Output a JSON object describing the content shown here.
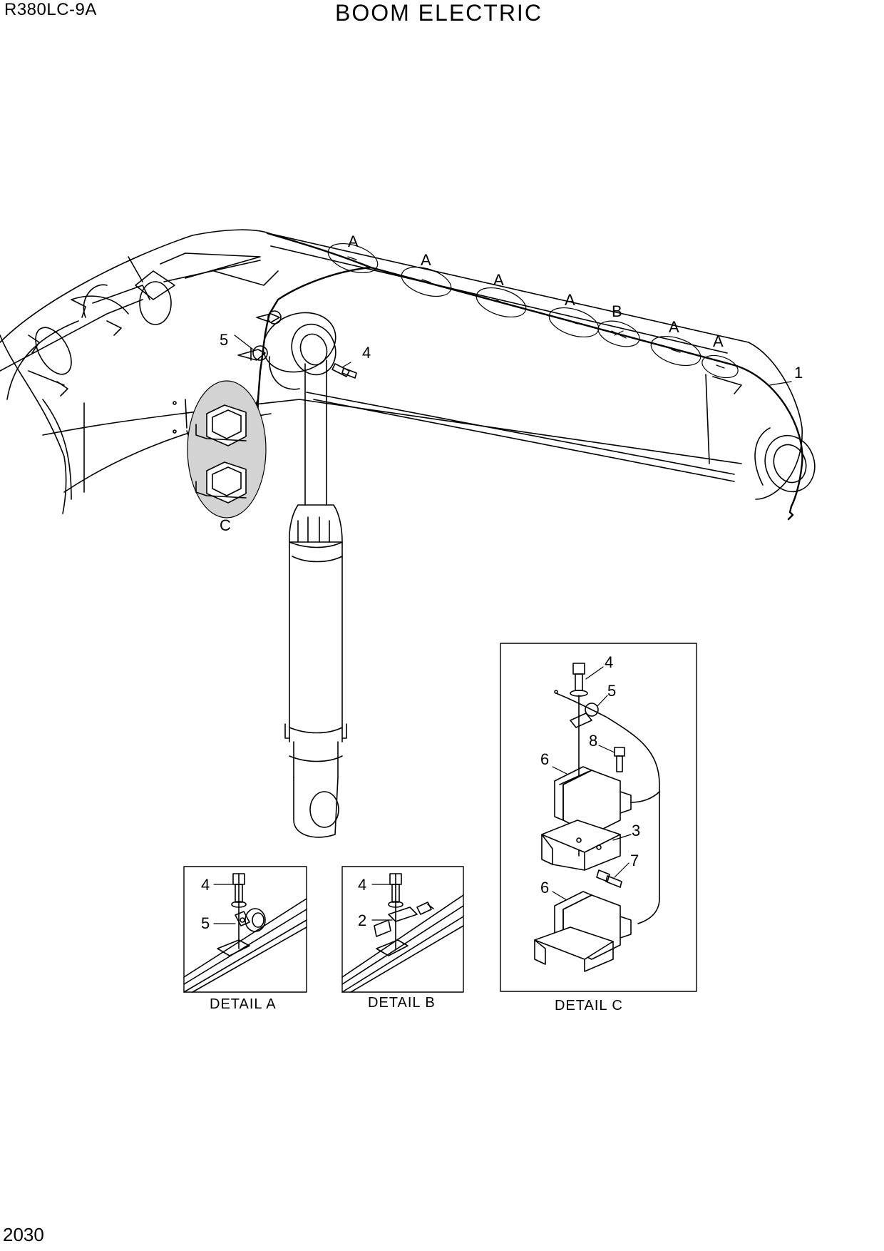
{
  "header": {
    "model": "R380LC-9A",
    "title": "BOOM ELECTRIC"
  },
  "page_number": "2030",
  "callouts": {
    "a1": "A",
    "a2": "A",
    "a3": "A",
    "a4": "A",
    "b1": "B",
    "a5": "A",
    "a6": "A",
    "c": "C",
    "n1": "1",
    "n4": "4",
    "n5": "5"
  },
  "detail_a": {
    "caption": "DETAIL  A",
    "n4": "4",
    "n5": "5"
  },
  "detail_b": {
    "caption": "DETAIL  B",
    "n4": "4",
    "n2": "2"
  },
  "detail_c": {
    "caption": "DETAIL  C",
    "n4": "4",
    "n5": "5",
    "n8": "8",
    "n6a": "6",
    "n3": "3",
    "n7": "7",
    "n6b": "6"
  }
}
